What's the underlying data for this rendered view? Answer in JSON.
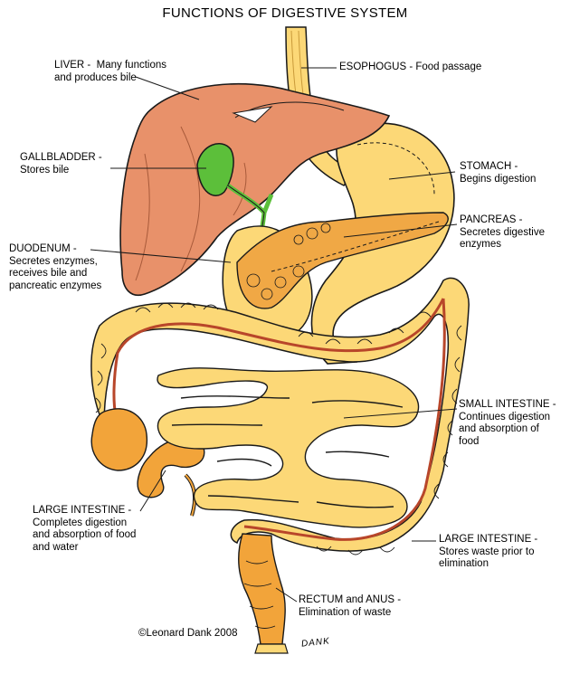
{
  "title": "FUNCTIONS OF DIGESTIVE SYSTEM",
  "labels": {
    "liver": {
      "name": "LIVER -",
      "desc": "Many functions",
      "line2": "and produces bile"
    },
    "esophagus": {
      "text": "ESOPHOGUS - Food passage"
    },
    "gallbladder": {
      "line1": "GALLBLADDER -",
      "line2": "Stores bile"
    },
    "stomach": {
      "line1": "STOMACH -",
      "line2": "Begins digestion"
    },
    "pancreas": {
      "line1": "PANCREAS -",
      "line2": "Secretes digestive",
      "line3": "enzymes"
    },
    "duodenum": {
      "line1": "DUODENUM -",
      "line2": "Secretes enzymes,",
      "line3": "receives bile and",
      "line4": "pancreatic enzymes"
    },
    "small_intestine": {
      "line1": "SMALL INTESTINE -",
      "line2": "Continues digestion",
      "line3": "and absorption of",
      "line4": "food"
    },
    "large_intestine_left": {
      "line1": "LARGE INTESTINE -",
      "line2": "Completes digestion",
      "line3": "and absorption of food",
      "line4": "and water"
    },
    "large_intestine_right": {
      "line1": "LARGE INTESTINE -",
      "line2": "Stores waste prior to",
      "line3": "elimination"
    },
    "rectum": {
      "line1": "RECTUM and ANUS -",
      "line2": "Elimination of waste"
    }
  },
  "credit": "©Leonard Dank 2008",
  "signature": "DANK",
  "colors": {
    "liver": "#e8916a",
    "gallbladder": "#5cbf3a",
    "organ_yellow": "#fcd877",
    "pancreas": "#f0a845",
    "appendix": "#f2a43a",
    "vessel": "#b8462a",
    "outline": "#1a1a1a"
  }
}
